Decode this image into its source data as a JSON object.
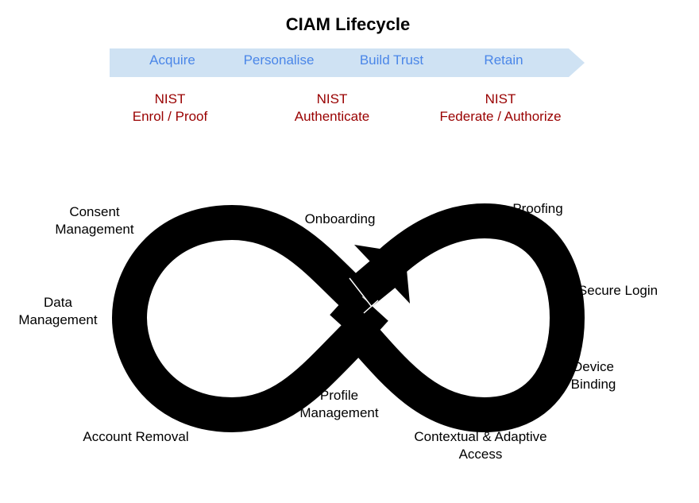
{
  "title": "CIAM Lifecycle",
  "colors": {
    "banner_fill": "#cfe2f3",
    "stage_text": "#4a86e8",
    "nist_text": "#990000",
    "loop_fill": "#000000"
  },
  "stages": [
    "Acquire",
    "Personalise",
    "Build Trust",
    "Retain"
  ],
  "nist": [
    {
      "line1": "NIST",
      "line2": "Enrol / Proof"
    },
    {
      "line1": "NIST",
      "line2": "Authenticate"
    },
    {
      "line1": "NIST",
      "line2": "Federate / Authorize"
    }
  ],
  "loop_labels": {
    "consent": [
      "Consent",
      "Management"
    ],
    "data": [
      "Data",
      "Management"
    ],
    "account_removal": "Account Removal",
    "onboarding": "Onboarding",
    "profile": [
      "Profile",
      "Management"
    ],
    "proofing": "Proofing",
    "secure_login": "Secure Login",
    "device_binding": [
      "Device",
      "Binding"
    ],
    "contextual": [
      "Contextual & Adaptive",
      "Access"
    ]
  }
}
